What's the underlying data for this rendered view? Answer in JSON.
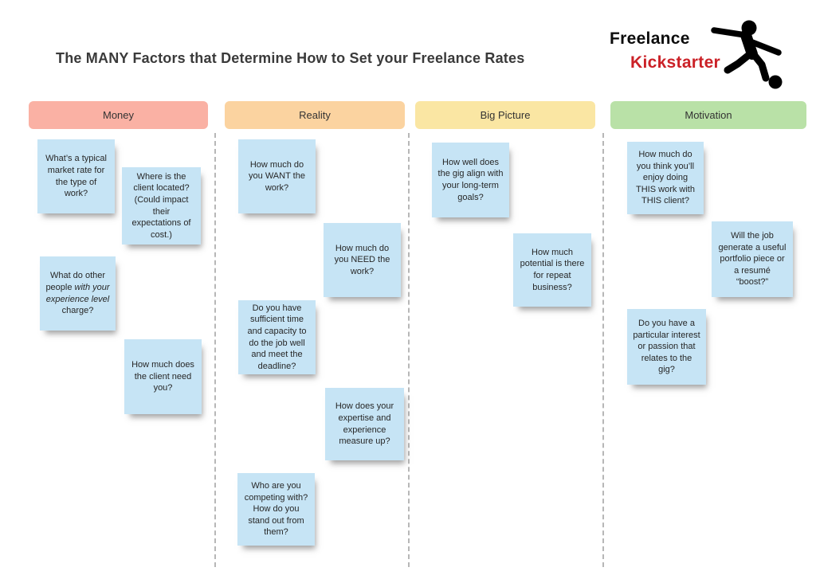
{
  "title": "The MANY Factors that Determine How to Set your Freelance Rates",
  "logo": {
    "line1": "Freelance",
    "line2": "Kickstarter",
    "line1_color": "#0c0c0c",
    "line2_color": "#cb2127",
    "figure_icon": "soccer-kicker-icon"
  },
  "colors": {
    "note_bg": "#c6e4f5",
    "money_header_bg": "#fab1a4",
    "reality_header_bg": "#fbd3a0",
    "big_picture_header_bg": "#fae6a3",
    "motivation_header_bg": "#b9e1a7",
    "divider": "#b7b7b7",
    "title_text": "#3a3a3a",
    "note_text": "#272727"
  },
  "columns": [
    {
      "label": "Money",
      "notes": [
        {
          "text": "What’s a typical market rate for the type of work?"
        },
        {
          "text": "Where is the client located? (Could impact their expectations of cost.)"
        },
        {
          "pre": "What do other people ",
          "italic": "with your experience level",
          "post": " charge?"
        },
        {
          "text": "How much does the client need you?"
        }
      ]
    },
    {
      "label": "Reality",
      "notes": [
        {
          "text": "How much do you WANT the work?"
        },
        {
          "text": "How much do you NEED the work?"
        },
        {
          "text": "Do you have sufficient time and capacity to do the job well and meet the deadline?"
        },
        {
          "text": "How does your expertise and experience measure up?"
        },
        {
          "text": "Who are you competing with? How do you stand out from them?"
        }
      ]
    },
    {
      "label": "Big Picture",
      "notes": [
        {
          "text": "How well does the gig align with your long-term goals?"
        },
        {
          "text": "How much potential is there for repeat business?"
        }
      ]
    },
    {
      "label": "Motivation",
      "notes": [
        {
          "text": "How much do you think you’ll enjoy doing THIS work with THIS client?"
        },
        {
          "text": "Will the job generate a useful portfolio piece or a resumé “boost?”"
        },
        {
          "text": "Do you have a particular interest or passion that relates to the gig?"
        }
      ]
    }
  ]
}
